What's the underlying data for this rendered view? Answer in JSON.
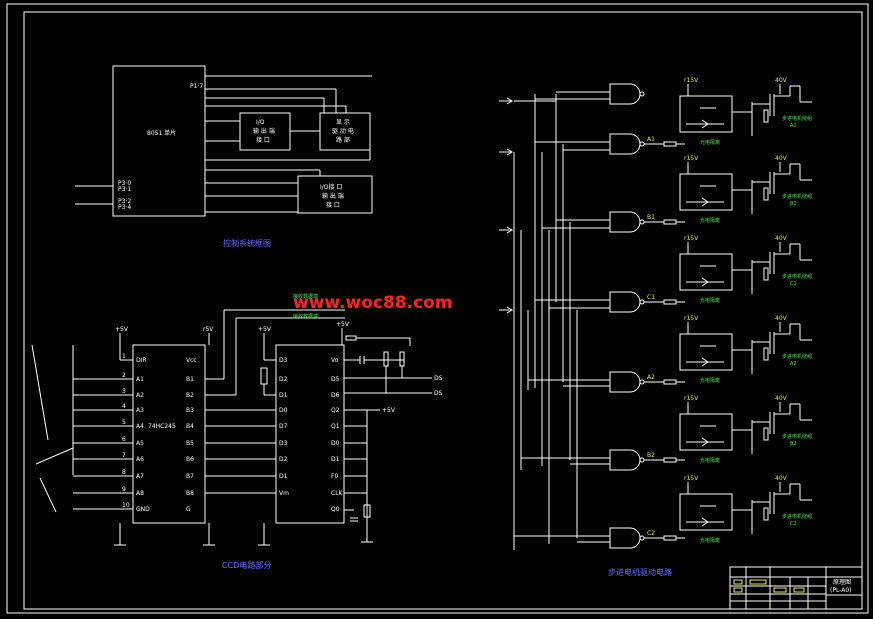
{
  "watermark": "www.woc88.com",
  "colors": {
    "background": "#000000",
    "wire": "#e8e84a",
    "frame": "#ffffff",
    "label": "#4ae84a",
    "caption": "#5a6cff",
    "watermark": "#ff2222"
  },
  "block_diagram": {
    "mcu_label": "8051 单片",
    "pins": {
      "p17": "P1·7",
      "p30": "P3·0",
      "p31": "P3·1",
      "p32": "P3·2",
      "p34": "P3·4"
    },
    "blocks": {
      "b1": [
        "I/O",
        "输 出 端",
        "接 口"
      ],
      "b2": [
        "显 示",
        "驱 动 电",
        "路 部"
      ],
      "b3": [
        "I/O接 口",
        "输 出 端",
        "接 口"
      ]
    },
    "caption": "控制系统框图"
  },
  "ccd": {
    "caption": "CCD电路部分",
    "left_pins": [
      {
        "num": "1",
        "name": "DIR"
      },
      {
        "num": "2",
        "name": "A1"
      },
      {
        "num": "3",
        "name": "A2"
      },
      {
        "num": "4",
        "name": "A3"
      },
      {
        "num": "5",
        "name": "A4"
      },
      {
        "num": "6",
        "name": "A5"
      },
      {
        "num": "7",
        "name": "A6"
      },
      {
        "num": "8",
        "name": "A7"
      },
      {
        "num": "9",
        "name": "A8"
      },
      {
        "num": "10",
        "name": "GND"
      }
    ],
    "chip1_right": [
      "Vcc",
      "B1",
      "B2",
      "B3",
      "B4",
      "B5",
      "B6",
      "B7",
      "B8",
      "G"
    ],
    "chip1_label": "74HC245",
    "chip2_left": [
      "D3",
      "D2",
      "D1",
      "D0",
      "D7",
      "D3",
      "D2",
      "D1",
      "Vm"
    ],
    "chip2_right": [
      "Vo",
      "D5",
      "D6",
      "Q2",
      "Q1",
      "D0",
      "D1",
      "F0",
      "CLK",
      "Q0"
    ],
    "supply": {
      "vcc": "+5V",
      "r5": "r5V",
      "out": "+5V"
    },
    "outputs": [
      "DS",
      "DS"
    ],
    "green_notes": [
      "接收数据端",
      "接收数据端"
    ]
  },
  "driver": {
    "caption": "步进电机驱动电路",
    "supply_low": "r15V",
    "supply_high": "40V",
    "phases": [
      "A1",
      "B1",
      "C1",
      "A2",
      "B2",
      "C2"
    ],
    "gate_labels": [
      "A1",
      "B1",
      "C1",
      "A2",
      "B2",
      "C2"
    ]
  },
  "titleblock": {
    "name": "原理图",
    "code": "(PL-A0)"
  }
}
